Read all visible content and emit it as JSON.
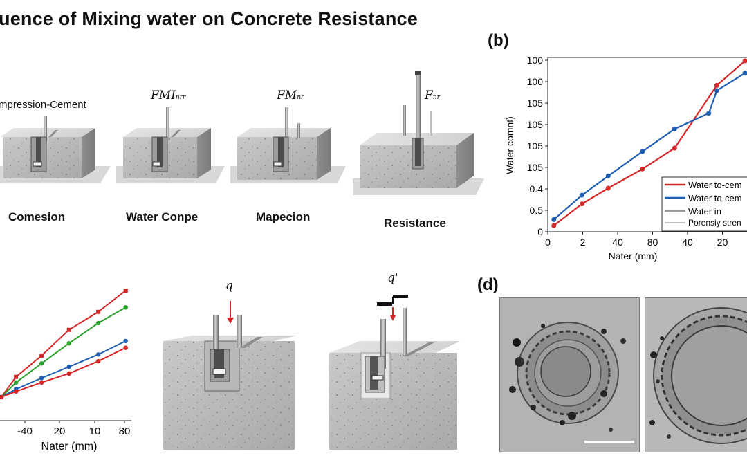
{
  "header": {
    "title": "uence of Mixing water on Concrete Resistance"
  },
  "panel_a": {
    "blocks": [
      {
        "top_label": "mpression-Cement",
        "caption": "Comesion"
      },
      {
        "top_label": "FMI",
        "top_sub": "nrr",
        "caption": "Water Conpe"
      },
      {
        "top_label": "FM",
        "top_sub": "nr",
        "caption": "Mapecion"
      },
      {
        "top_label": "F",
        "top_sub": "nr",
        "caption": "Resistance"
      }
    ]
  },
  "panel_b": {
    "letter": "(b)",
    "legend": [
      "Water to-cem",
      "Water to-cem",
      "Water in",
      "Porensiy stren"
    ]
  },
  "panel_c": {
    "blocks": [
      {
        "label": "q"
      },
      {
        "label": "q'"
      }
    ]
  },
  "panel_d": {
    "letter": "(d)"
  },
  "colors": {
    "red": "#d62728",
    "blue": "#1f5fb4",
    "green": "#2ca02c",
    "gray": "#9a9a9a"
  },
  "chart_data": [
    {
      "type": "line",
      "panel": "b",
      "xlabel": "Nater (mm)",
      "ylabel": "Water comnt)",
      "x_ticks": [
        "0",
        "2",
        "40",
        "80",
        "40",
        "20"
      ],
      "y_ticks": [
        "100",
        "100",
        "105",
        "105",
        "105",
        "105",
        "-0.4",
        "0.5",
        "0"
      ],
      "series": [
        {
          "name": "Water to-cem",
          "color": "red",
          "points": [
            [
              0.3,
              0.35
            ],
            [
              1.7,
              1.6
            ],
            [
              3.0,
              2.5
            ],
            [
              4.7,
              3.6
            ],
            [
              6.3,
              4.8
            ],
            [
              8.4,
              8.4
            ],
            [
              9.8,
              9.8
            ]
          ]
        },
        {
          "name": "Water to-cem",
          "color": "blue",
          "points": [
            [
              0.3,
              0.7
            ],
            [
              1.7,
              2.1
            ],
            [
              3.0,
              3.2
            ],
            [
              4.7,
              4.6
            ],
            [
              6.3,
              5.9
            ],
            [
              8.0,
              6.8
            ],
            [
              8.4,
              8.1
            ],
            [
              9.8,
              9.1
            ]
          ]
        }
      ],
      "reference_lines": [
        {
          "name": "Water in",
          "color": "gray"
        },
        {
          "name": "Porensiy stren",
          "color": "gray"
        }
      ],
      "legend_position": "right"
    },
    {
      "type": "line",
      "panel": "c",
      "xlabel": "Nater (mm)",
      "x_ticks": [
        "-40",
        "20",
        "10",
        "80"
      ],
      "series": [
        {
          "color": "red",
          "points": [
            [
              0,
              0.5
            ],
            [
              0.8,
              2.3
            ],
            [
              2.2,
              4.2
            ],
            [
              3.7,
              6.5
            ],
            [
              5.3,
              8.1
            ],
            [
              6.8,
              10.0
            ]
          ]
        },
        {
          "color": "green",
          "points": [
            [
              0,
              0.5
            ],
            [
              0.8,
              1.8
            ],
            [
              2.2,
              3.5
            ],
            [
              3.7,
              5.3
            ],
            [
              5.3,
              7.1
            ],
            [
              6.8,
              8.5
            ]
          ]
        },
        {
          "color": "blue",
          "points": [
            [
              0,
              0.5
            ],
            [
              0.8,
              1.2
            ],
            [
              2.2,
              2.2
            ],
            [
              3.7,
              3.2
            ],
            [
              5.3,
              4.3
            ],
            [
              6.8,
              5.5
            ]
          ]
        },
        {
          "color": "red",
          "points": [
            [
              0,
              0.5
            ],
            [
              0.8,
              1.0
            ],
            [
              2.2,
              1.8
            ],
            [
              3.7,
              2.6
            ],
            [
              5.3,
              3.7
            ],
            [
              6.8,
              4.9
            ]
          ]
        }
      ]
    }
  ]
}
